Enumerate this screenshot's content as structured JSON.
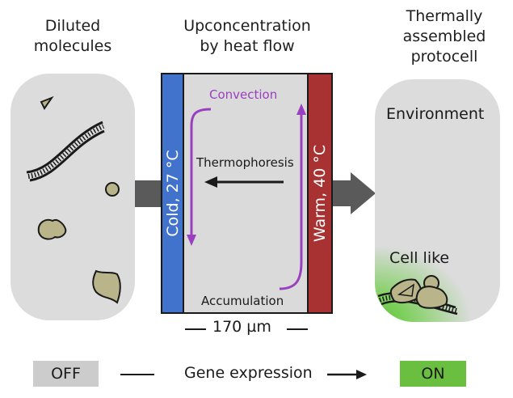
{
  "titles": {
    "left": [
      "Diluted",
      "molecules"
    ],
    "middle": [
      "Upconcentration",
      "by heat flow"
    ],
    "right": [
      "Thermally",
      "assembled",
      "protocell"
    ]
  },
  "chamber": {
    "cold_wall_label": "Cold, 27 °C",
    "warm_wall_label": "Warm, 40 °C",
    "convection_label": "Convection",
    "thermophoresis_label": "Thermophoresis",
    "accumulation_label": "Accumulation",
    "width_label": "170 µm"
  },
  "protocell": {
    "environment_label": "Environment",
    "cell_label": "Cell like"
  },
  "legend": {
    "off_label": "OFF",
    "gene_expression_label": "Gene expression",
    "on_label": "ON"
  },
  "colors": {
    "cold": "#4172cc",
    "warm": "#a83232",
    "convection": "#9a3fbf",
    "off": "#cccccc",
    "on": "#6abf40",
    "molecule": "#b9b48a",
    "arrow": "#5a5a5a"
  }
}
